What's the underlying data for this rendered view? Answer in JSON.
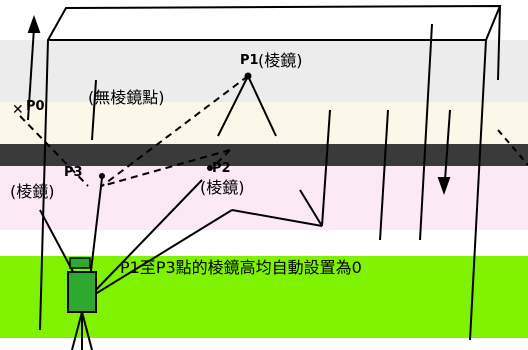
{
  "labels": {
    "p1": "P1",
    "p1_note": "(棱鏡)",
    "p0": "P0",
    "p0_note": "(無棱鏡點)",
    "p3": "P3",
    "p3_note": "(棱鏡)",
    "p2": "P2",
    "p2_note": "(棱鏡)",
    "caption": "P1至P3點的棱鏡高均自動設置為0"
  },
  "colors": {
    "band_gray": "#ececec",
    "band_cream": "#fbf8ea",
    "band_dark": "#3a3a3a",
    "band_pink": "#fbeaf6",
    "band_green": "#7ff200",
    "instrument": "#2ea82e"
  }
}
